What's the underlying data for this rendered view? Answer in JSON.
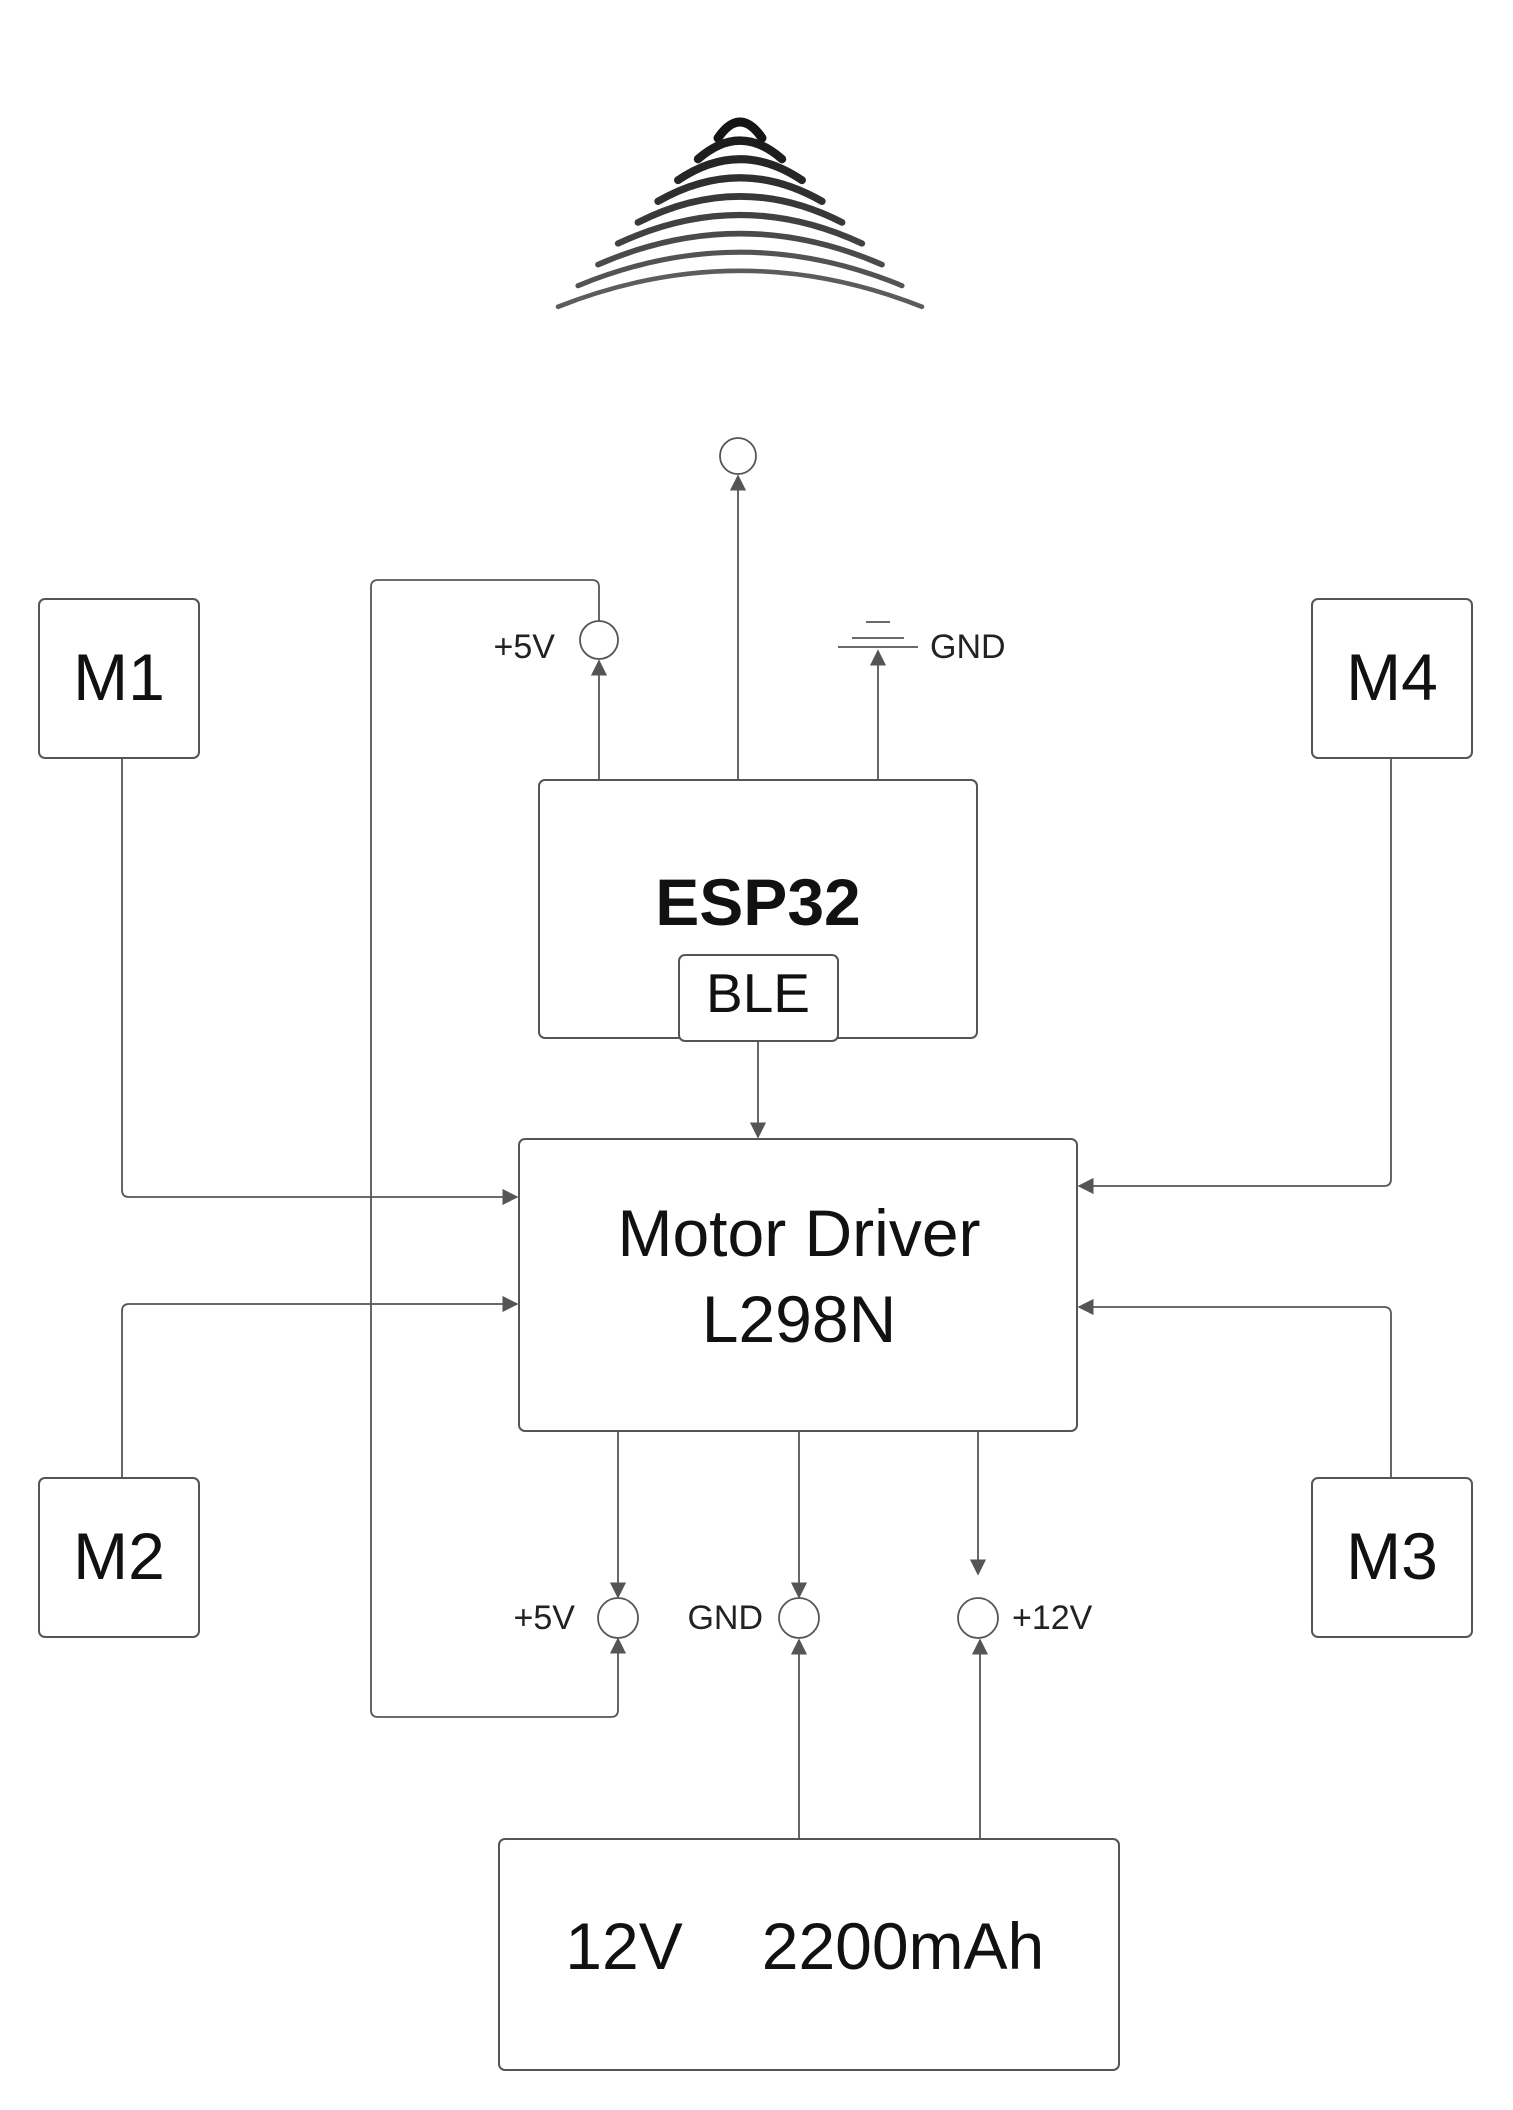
{
  "components": {
    "m1": "M1",
    "m2": "M2",
    "m3": "M3",
    "m4": "M4",
    "esp32": "ESP32",
    "ble": "BLE",
    "driver_line1": "Motor Driver",
    "driver_line2": "L298N",
    "battery_voltage": "12V",
    "battery_capacity": "2200mAh"
  },
  "pins": {
    "esp_5v": "+5V",
    "esp_gnd": "GND",
    "drv_5v": "+5V",
    "drv_gnd": "GND",
    "drv_12v": "+12V"
  },
  "icons": {
    "signal": "wireless-signal-icon",
    "ground": "ground-symbol-icon"
  },
  "colors": {
    "line": "#555555",
    "text": "#111111",
    "background": "#ffffff"
  }
}
